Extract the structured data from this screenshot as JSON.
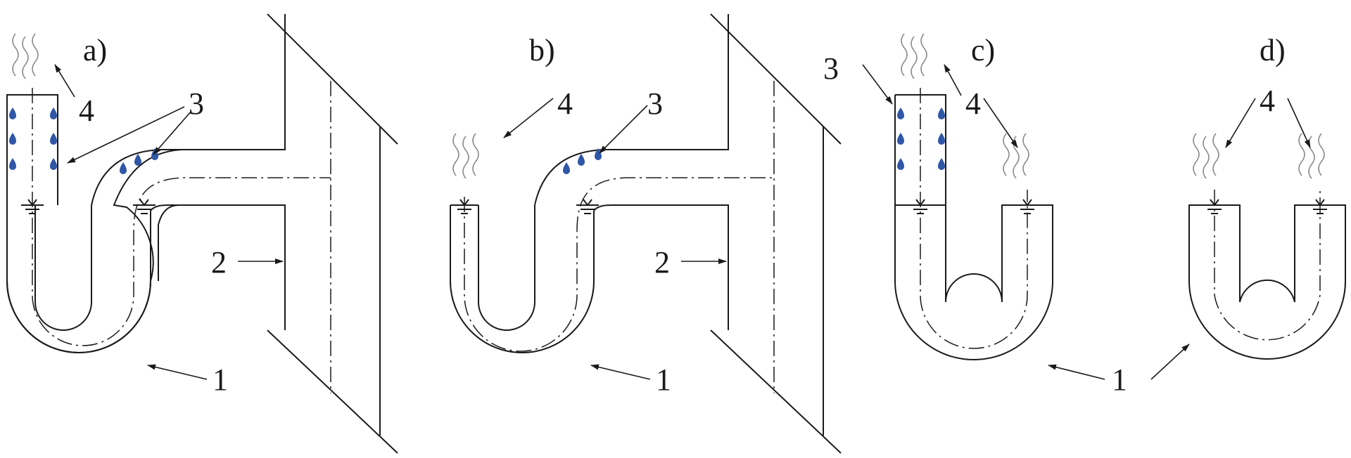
{
  "panels": [
    {
      "id": "a",
      "label": "a)"
    },
    {
      "id": "b",
      "label": "b)"
    },
    {
      "id": "c",
      "label": "c)"
    },
    {
      "id": "d",
      "label": "d)"
    }
  ],
  "callouts": {
    "trap": "1",
    "pipe": "2",
    "condensate": "3",
    "vapor": "4"
  },
  "colors": {
    "line": "#1a1a1a",
    "droplet": "#2f57a6",
    "vapor": "#8a8a8a"
  }
}
